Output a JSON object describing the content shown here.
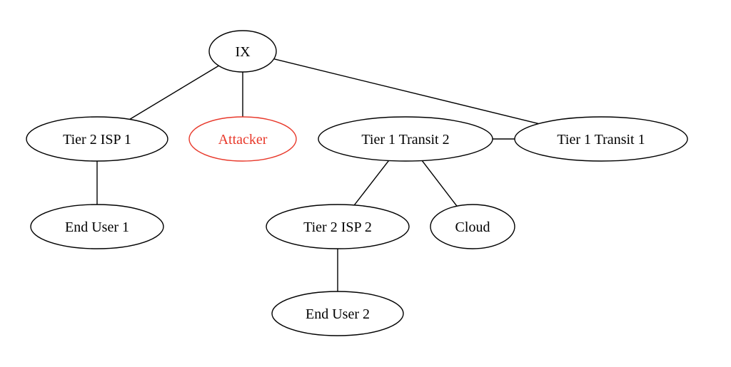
{
  "diagram": {
    "type": "undirected-graph",
    "colors": {
      "default": "#000000",
      "attacker": "#e8392b",
      "background": "#ffffff"
    },
    "nodes": [
      {
        "id": "ix",
        "label": "IX",
        "color": "default"
      },
      {
        "id": "t2isp1",
        "label": "Tier 2 ISP 1",
        "color": "default"
      },
      {
        "id": "attacker",
        "label": "Attacker",
        "color": "attacker"
      },
      {
        "id": "t1t2",
        "label": "Tier 1 Transit 2",
        "color": "default"
      },
      {
        "id": "t1t1",
        "label": "Tier 1 Transit 1",
        "color": "default"
      },
      {
        "id": "eu1",
        "label": "End User 1",
        "color": "default"
      },
      {
        "id": "t2isp2",
        "label": "Tier 2 ISP 2",
        "color": "default"
      },
      {
        "id": "cloud",
        "label": "Cloud",
        "color": "default"
      },
      {
        "id": "eu2",
        "label": "End User 2",
        "color": "default"
      }
    ],
    "edges": [
      {
        "from": "ix",
        "to": "t2isp1"
      },
      {
        "from": "ix",
        "to": "attacker"
      },
      {
        "from": "ix",
        "to": "t1t1"
      },
      {
        "from": "t1t2",
        "to": "t1t1"
      },
      {
        "from": "t2isp1",
        "to": "eu1"
      },
      {
        "from": "t1t2",
        "to": "t2isp2"
      },
      {
        "from": "t1t2",
        "to": "cloud"
      },
      {
        "from": "t2isp2",
        "to": "eu2"
      }
    ]
  }
}
